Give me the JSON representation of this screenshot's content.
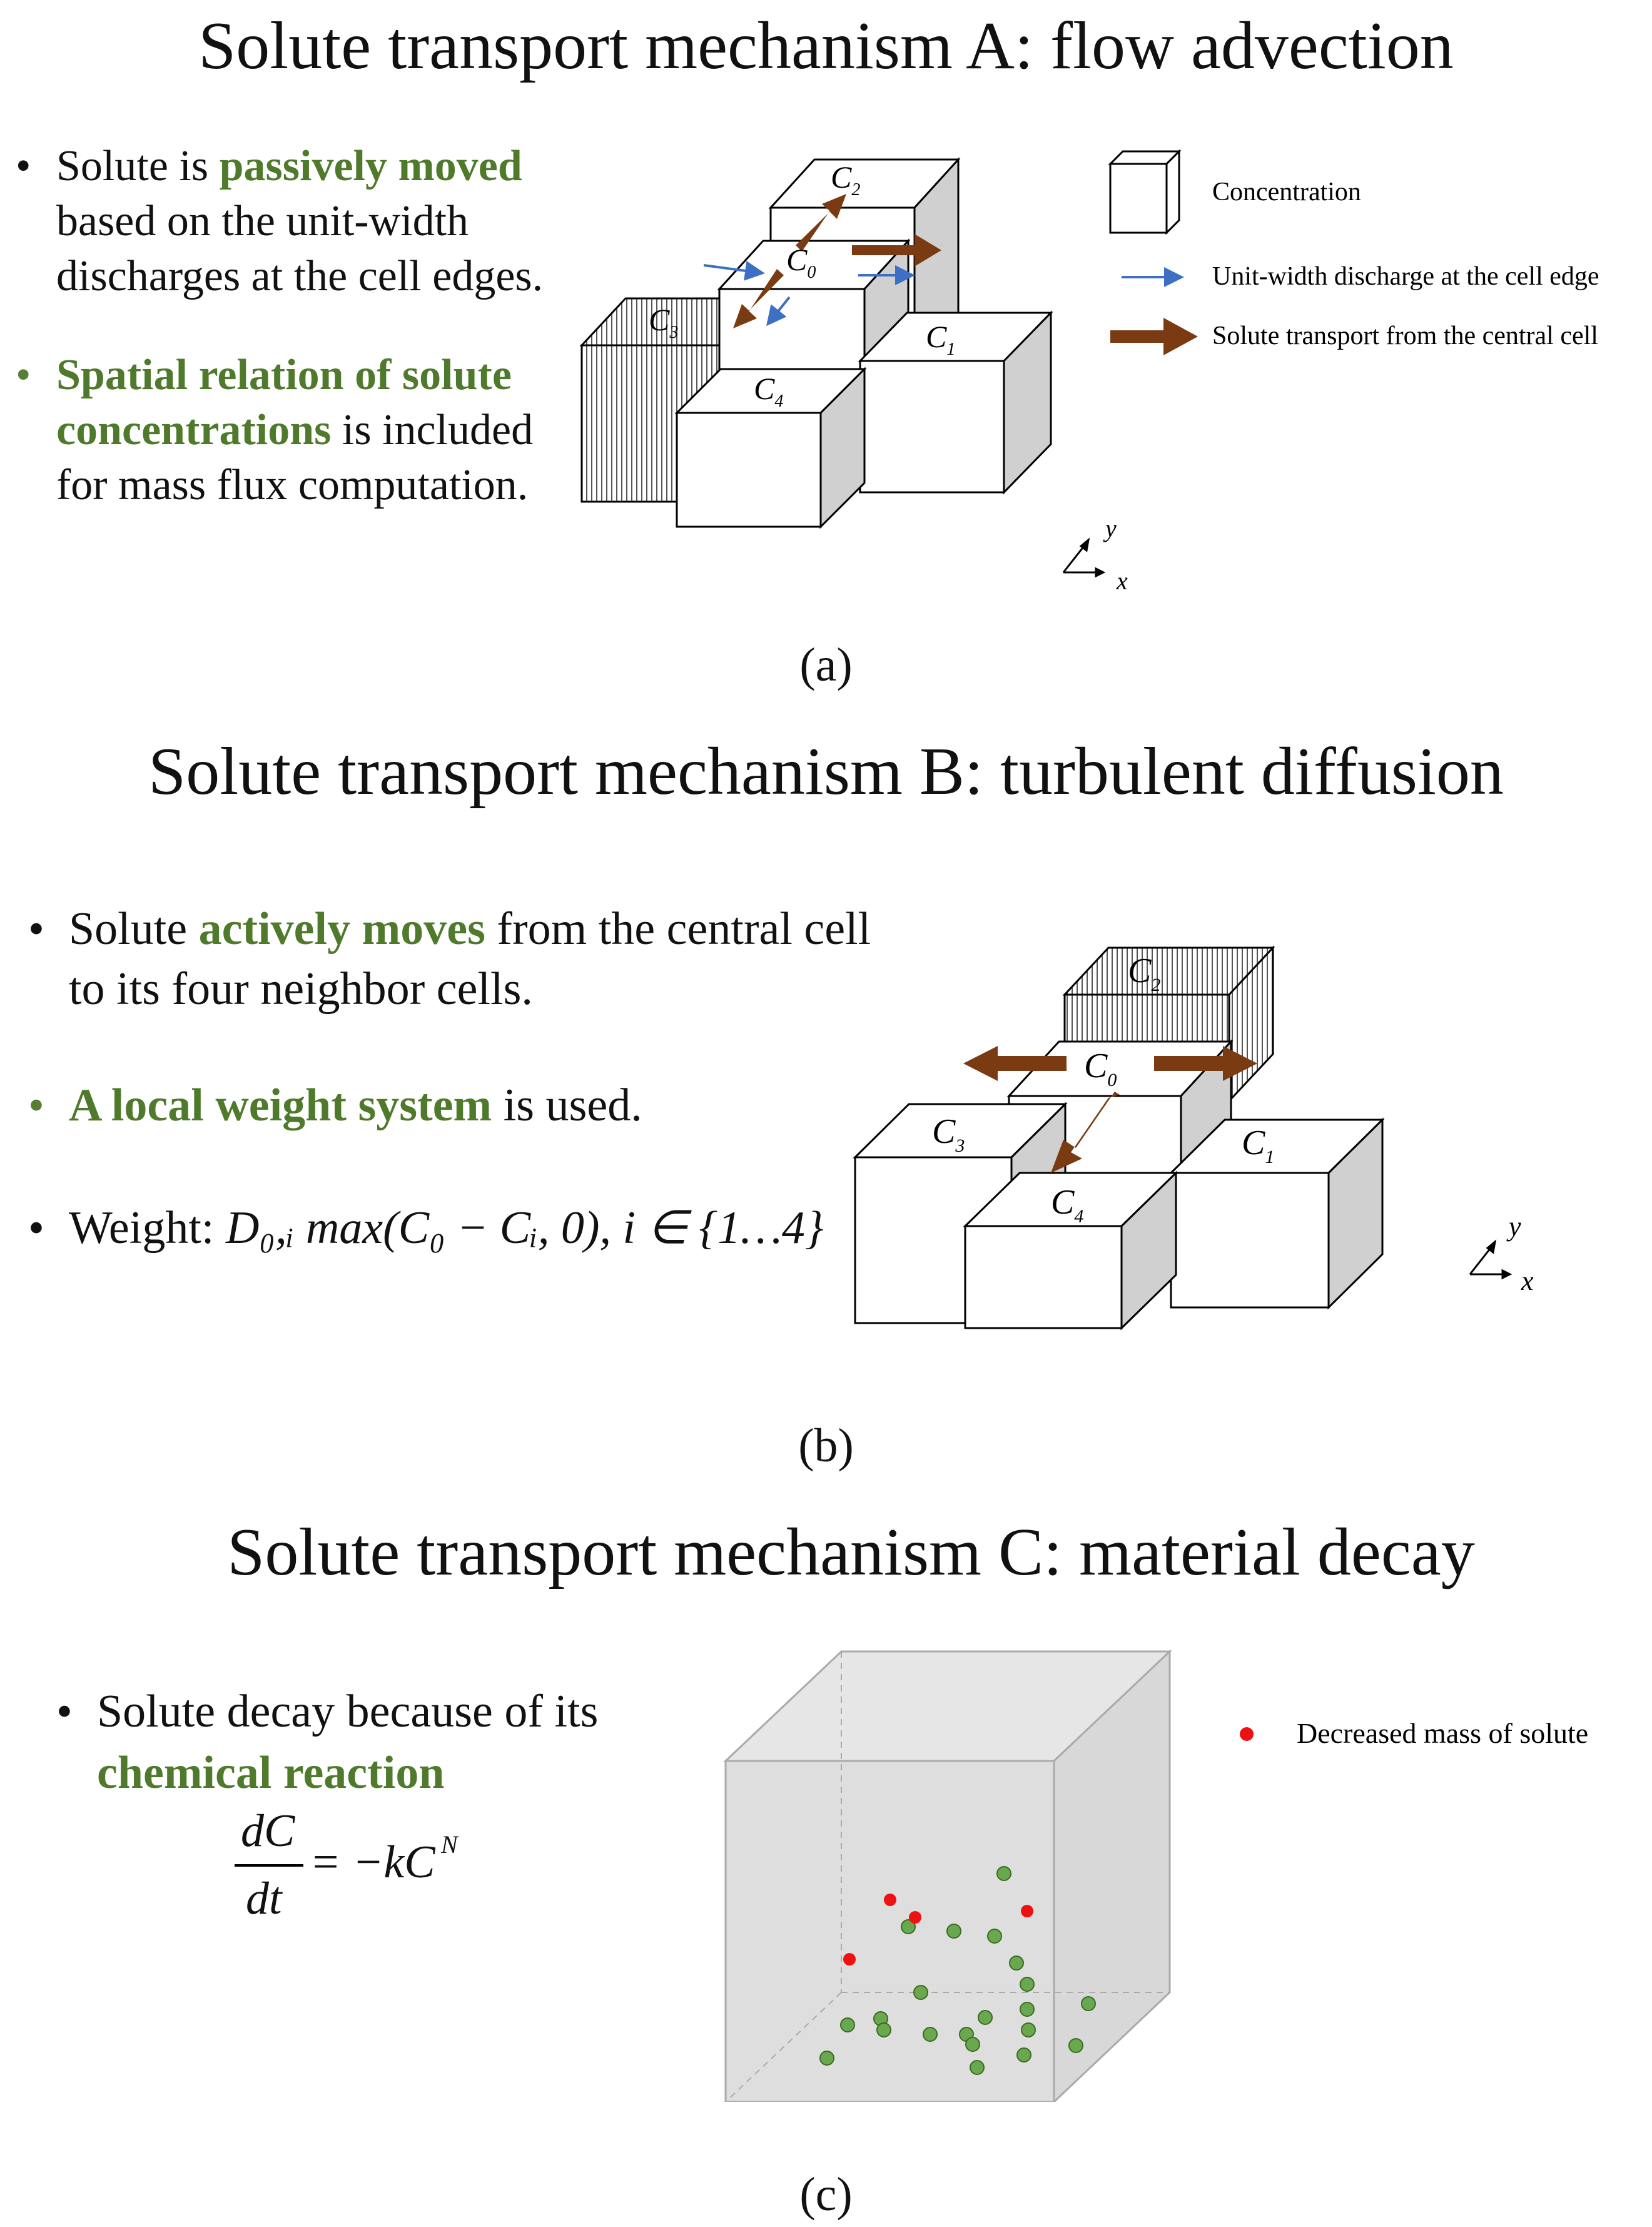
{
  "panel_a": {
    "title": "Solute transport mechanism A: flow advection",
    "bullet1_pre": "Solute is ",
    "bullet1_em": "passively moved",
    "bullet1_post": " based on the unit-width discharges at the cell edges.",
    "bullet2_em": "Spatial relation of solute concentrations",
    "bullet2_post": " is included for mass flux computation.",
    "legend": {
      "concentration": "Concentration",
      "discharge": "Unit-width discharge at the cell edge",
      "transport": "Solute transport from the central cell"
    },
    "cells": {
      "c0": "C",
      "c0_sub": "0",
      "c1": "C",
      "c1_sub": "1",
      "c2": "C",
      "c2_sub": "2",
      "c3": "C",
      "c3_sub": "3",
      "c4": "C",
      "c4_sub": "4"
    },
    "axis_x": "x",
    "axis_y": "y",
    "caption": "(a)"
  },
  "panel_b": {
    "title": "Solute transport mechanism B: turbulent diffusion",
    "bullet1_pre": "Solute ",
    "bullet1_em": "actively moves",
    "bullet1_post": " from the central cell to its four neighbor cells.",
    "bullet2_em": "A local weight system",
    "bullet2_post": " is used.",
    "bullet3_label": "Weight: ",
    "bullet3_formula": "D₀,ᵢ max(C₀ − Cᵢ, 0), i ∈ {1…4}",
    "cells": {
      "c0": "C",
      "c0_sub": "0",
      "c1": "C",
      "c1_sub": "1",
      "c2": "C",
      "c2_sub": "2",
      "c3": "C",
      "c3_sub": "3",
      "c4": "C",
      "c4_sub": "4"
    },
    "axis_x": "x",
    "axis_y": "y",
    "caption": "(b)"
  },
  "panel_c": {
    "title": "Solute transport mechanism C: material decay",
    "bullet1_pre": "Solute decay because of its ",
    "bullet1_em": "chemical reaction",
    "eq_num": "dC",
    "eq_den": "dt",
    "eq_rhs": "= −kC",
    "eq_exp": "N",
    "legend": "Decreased mass of solute",
    "caption": "(c)"
  },
  "colors": {
    "green_text": "#4f7a2b",
    "brown_arrow": "#7a3b12",
    "blue_arrow": "#3d6fc4",
    "green_dot": "#6aa84f",
    "red_dot": "#ee1111"
  }
}
